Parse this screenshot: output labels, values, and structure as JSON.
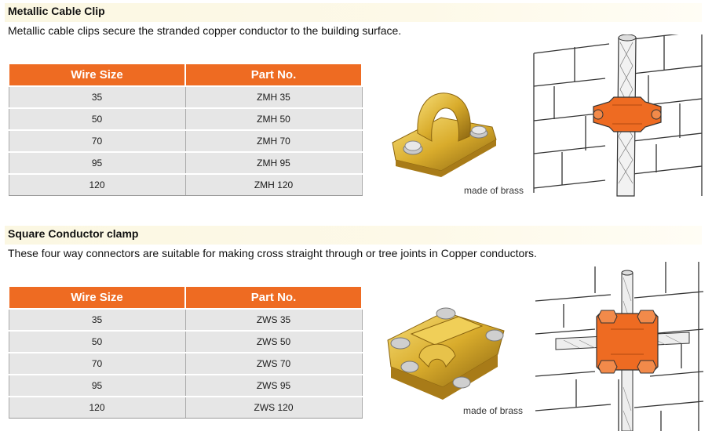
{
  "sections": [
    {
      "title": "Metallic Cable Clip",
      "description": "Metallic cable clips secure the stranded copper conductor to the building surface.",
      "columns": [
        "Wire Size",
        "Part No."
      ],
      "rows": [
        [
          "35",
          "ZMH 35"
        ],
        [
          "50",
          "ZMH 50"
        ],
        [
          "70",
          "ZMH 70"
        ],
        [
          "95",
          "ZMH 95"
        ],
        [
          "120",
          "ZMH 120"
        ]
      ],
      "caption": "made of brass"
    },
    {
      "title": "Square Conductor clamp",
      "description": "These four way connectors are suitable for making cross straight through or tree joints in Copper conductors.",
      "columns": [
        "Wire Size",
        "Part No."
      ],
      "rows": [
        [
          "35",
          "ZWS 35"
        ],
        [
          "50",
          "ZWS 50"
        ],
        [
          "70",
          "ZWS 70"
        ],
        [
          "95",
          "ZWS 95"
        ],
        [
          "120",
          "ZWS 120"
        ]
      ],
      "caption": "made of brass"
    }
  ],
  "colors": {
    "header": "#ee6b22",
    "row": "#e6e6e6",
    "brass": "#d9ac2c",
    "clip_orange": "#ee6b22"
  },
  "icons": [
    "brass-cable-clip-illustration",
    "wall-mounted-clip-drawing",
    "brass-square-clamp-illustration",
    "wall-mounted-square-clamp-drawing"
  ]
}
